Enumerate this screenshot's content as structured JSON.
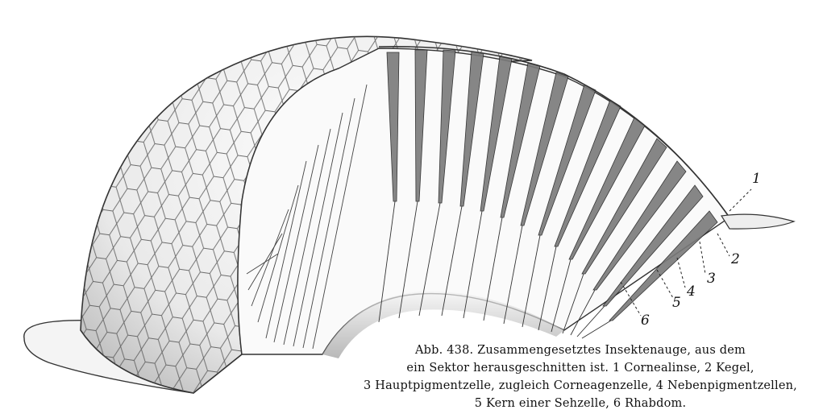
{
  "labels": {
    "l1": "1",
    "l2": "2",
    "l3": "3",
    "l4": "4",
    "l5": "5",
    "l6": "6"
  },
  "caption": {
    "line1": "Abb. 438. Zusammengesetztes Insektenauge, aus dem",
    "line2": "ein Sektor herausgeschnitten ist. 1 Cornealinse, 2 Kegel,",
    "line3": "3 Hauptpigmentzelle, zugleich Corneagenzelle, 4 Nebenpigmentzellen,",
    "line4": "5 Kern einer Sehzelle, 6 Rhabdom."
  }
}
